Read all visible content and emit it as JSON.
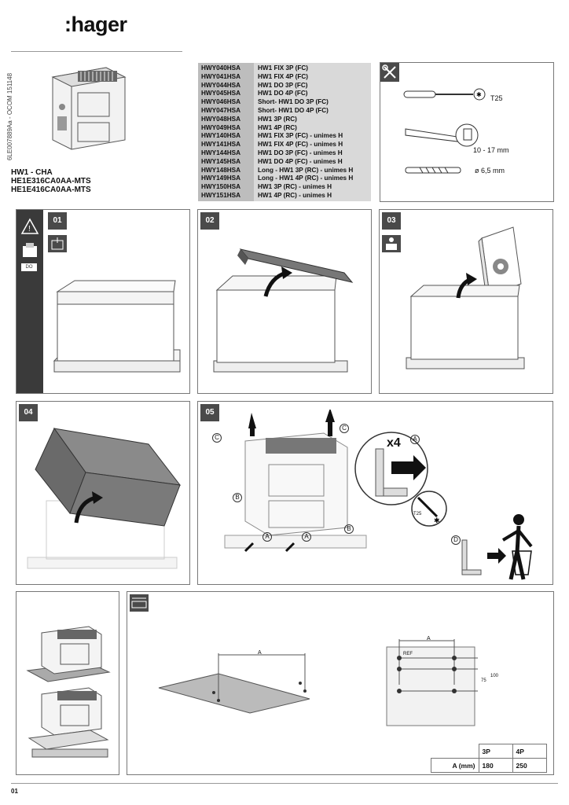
{
  "brand": ":hager",
  "doc_ref": "6LE007889Aa - OCOM 151148",
  "product": {
    "name": "HW1 - CHA",
    "codes": [
      "HE1E316CA0AA-MTS",
      "HE1E416CA0AA-MTS"
    ]
  },
  "references": [
    {
      "code": "HWY040HSA",
      "desc": "HW1 FIX 3P (FC)"
    },
    {
      "code": "HWY041HSA",
      "desc": "HW1 FIX 4P (FC)"
    },
    {
      "code": "HWY044HSA",
      "desc": "HW1 DO 3P (FC)"
    },
    {
      "code": "HWY045HSA",
      "desc": "HW1 DO 4P (FC)"
    },
    {
      "code": "HWY046HSA",
      "desc": "Short- HW1 DO 3P (FC)"
    },
    {
      "code": "HWY047HSA",
      "desc": "Short- HW1 DO 4P (FC)"
    },
    {
      "code": "HWY048HSA",
      "desc": "HW1 3P (RC)"
    },
    {
      "code": "HWY049HSA",
      "desc": "HW1 4P (RC)"
    },
    {
      "code": "HWY140HSA",
      "desc": "HW1 FIX 3P (FC) - unimes H"
    },
    {
      "code": "HWY141HSA",
      "desc": "HW1 FIX 4P (FC) - unimes H"
    },
    {
      "code": "HWY144HSA",
      "desc": "HW1 DO 3P (FC) - unimes H"
    },
    {
      "code": "HWY145HSA",
      "desc": "HW1 DO 4P (FC) - unimes H"
    },
    {
      "code": "HWY148HSA",
      "desc": "Long - HW1 3P (RC) - unimes H"
    },
    {
      "code": "HWY149HSA",
      "desc": "Long - HW1 4P (RC) - unimes H"
    },
    {
      "code": "HWY150HSA",
      "desc": "HW1 3P (RC) - unimes H"
    },
    {
      "code": "HWY151HSA",
      "desc": "HW1 4P (RC) - unimes H"
    }
  ],
  "tools": {
    "screwdriver": "T25",
    "wrench": "10 - 17 mm",
    "drill": "ø 6,5 mm"
  },
  "steps": {
    "s1": "01",
    "s2": "02",
    "s3": "03",
    "s4": "04",
    "s5": "05",
    "side_label": "DO"
  },
  "step5": {
    "label_a": "A",
    "label_b": "B",
    "label_c": "C",
    "label_d": "D",
    "count": "x4",
    "torx": "T25"
  },
  "mounting": {
    "dim_label": "A",
    "ref_label": "REF",
    "dim_75": "75",
    "dim_100": "100"
  },
  "dims_table": {
    "header": [
      "",
      "3P",
      "4P"
    ],
    "row_label": "A (mm)",
    "values": [
      "180",
      "250"
    ]
  },
  "page_number": "01"
}
